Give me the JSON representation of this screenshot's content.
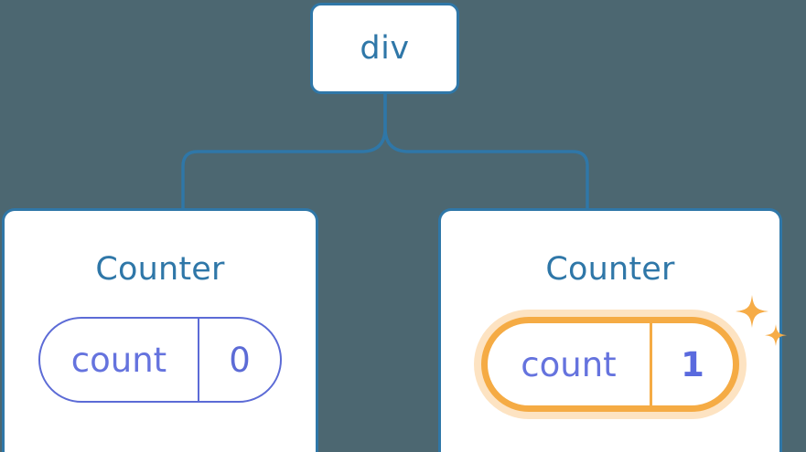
{
  "diagram": {
    "title": "react-component-tree-state-update",
    "background_color": "#4c6771",
    "line_color": "#2f77a8",
    "node_text_color": "#2f77a8",
    "state_color": "#5c6bd6",
    "highlight_color": "#f5ab44",
    "highlight_glow_color": "#fabd6e"
  },
  "root": {
    "label": "div"
  },
  "children": [
    {
      "title": "Counter",
      "state": {
        "key": "count",
        "value": "0",
        "highlighted": false
      }
    },
    {
      "title": "Counter",
      "state": {
        "key": "count",
        "value": "1",
        "highlighted": true
      },
      "sparkle_big": "sparkle-icon",
      "sparkle_small": "sparkle-icon"
    }
  ]
}
